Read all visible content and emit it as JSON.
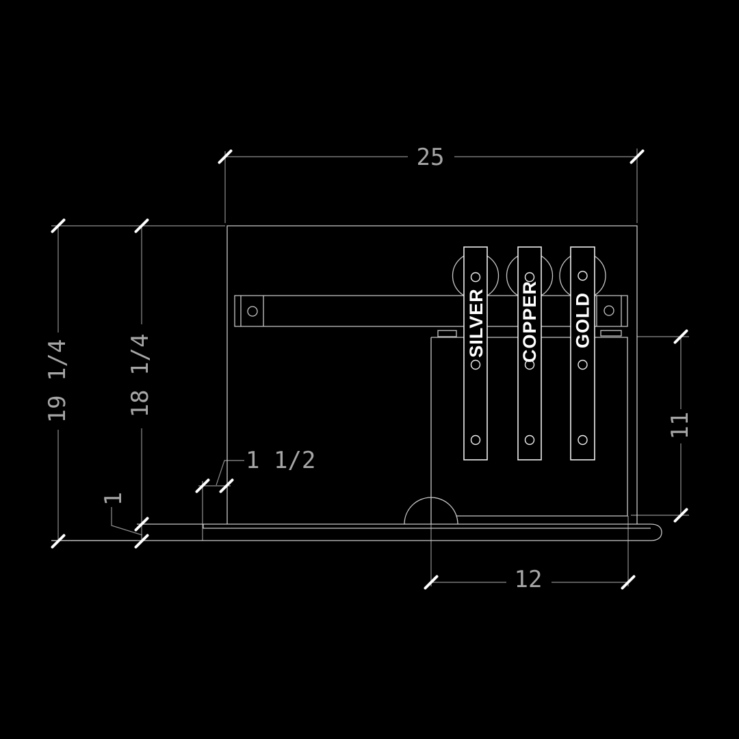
{
  "drawing": {
    "title": "barn-door-hardware-elevation",
    "background_color": "#000000",
    "object_line_color": "#c9c9c9",
    "dimension_line_color": "#8f8f8f",
    "tick_color": "#ffffff",
    "dimension_text_color": "#a6a6a6",
    "strap_label_color": "#ffffff"
  },
  "dimensions": {
    "overall_width": "25",
    "overall_height": "19 1/4",
    "door_height": "18 1/4",
    "base_thickness": "1",
    "side_offset": "1 1/2",
    "bottom_span": "12",
    "panel_height": "11"
  },
  "straps": [
    {
      "label": "SILVER"
    },
    {
      "label": "COPPER"
    },
    {
      "label": "GOLD"
    }
  ]
}
